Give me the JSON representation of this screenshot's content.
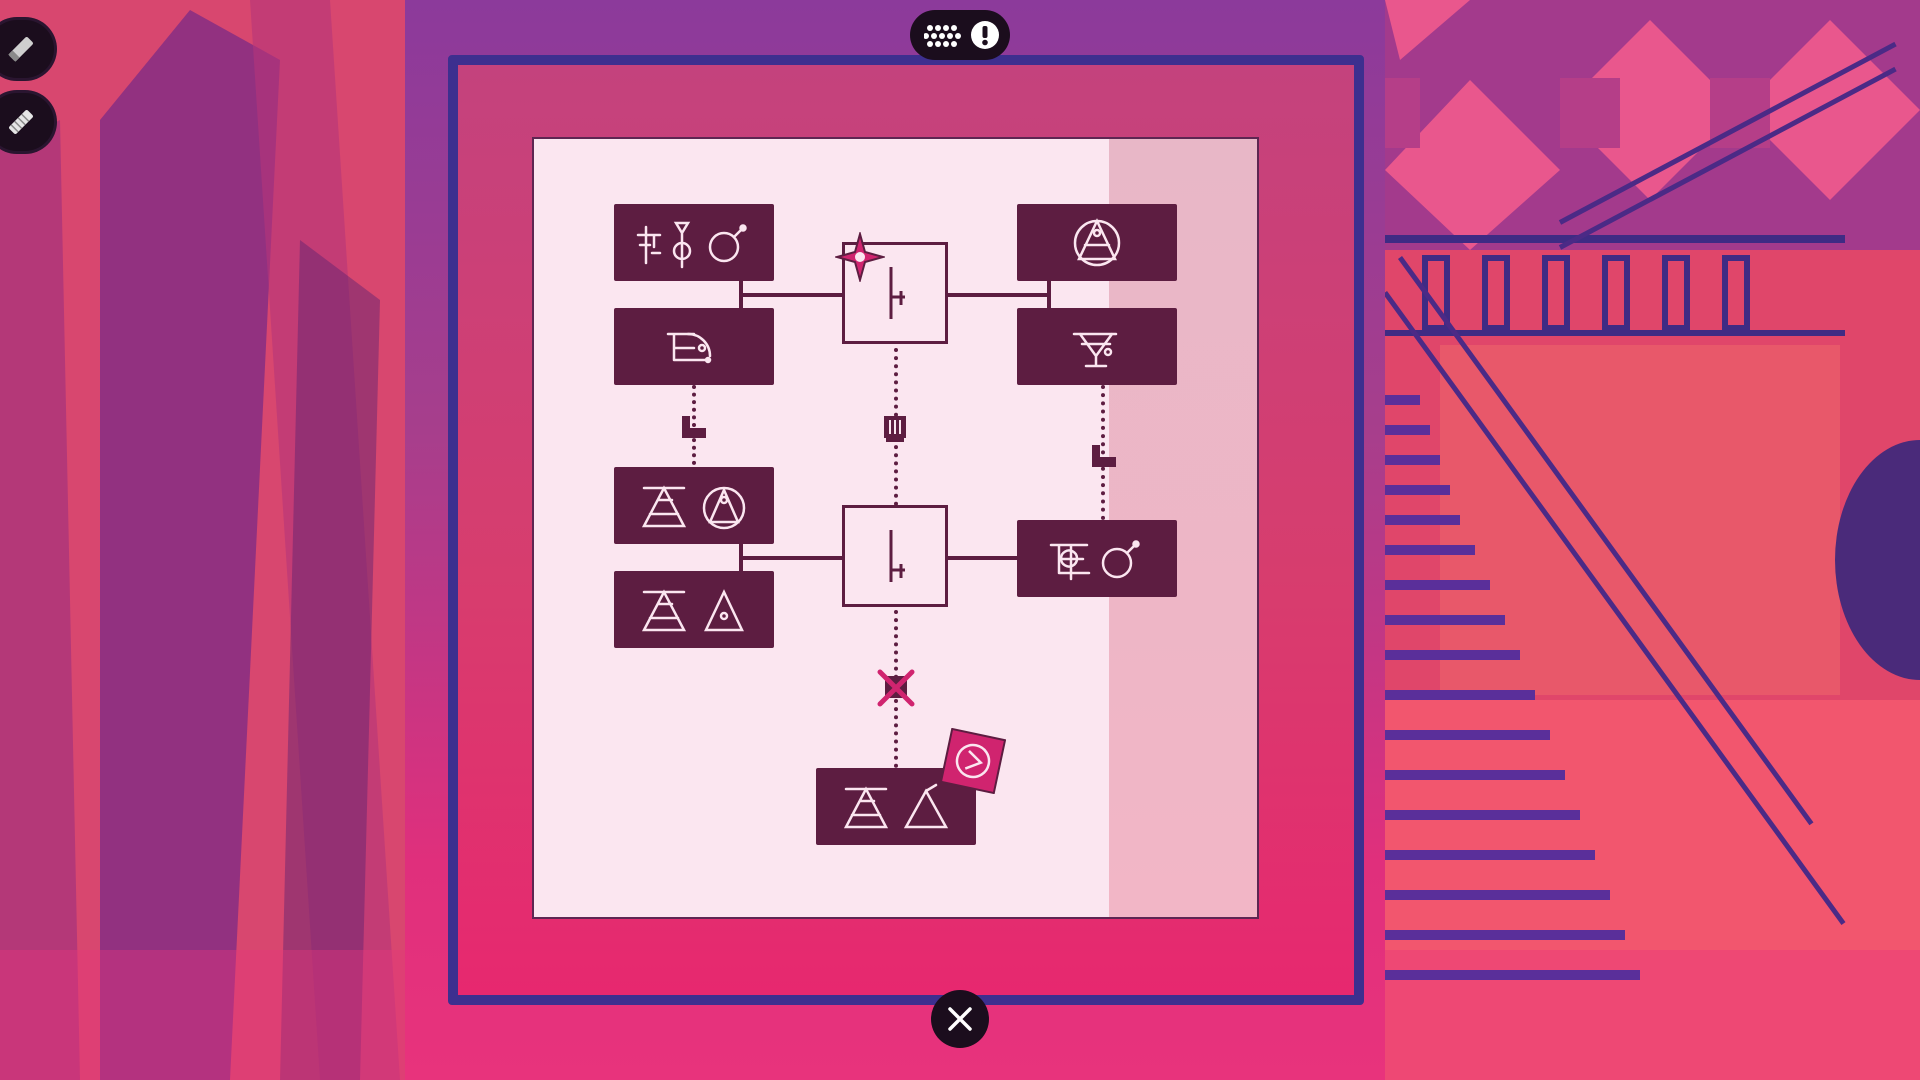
{
  "hud": {
    "tool_icons": [
      "chalk-icon",
      "chalk-icon"
    ],
    "top_icons": [
      "dots-grid-icon",
      "exclamation-icon"
    ],
    "close_icon": "close-icon"
  },
  "diagram": {
    "left_top_groups": 3,
    "mid_nodes": 2,
    "right_groups": 3,
    "bottom_groups": 1,
    "markers": [
      "star-icon",
      "bell-icon",
      "boot-icon",
      "boot-icon",
      "crossed-bell-icon",
      "seal-icon"
    ]
  },
  "colors": {
    "ink": "#5d1d41",
    "paper": "#fbe6f0",
    "accent": "#d0246f",
    "hud": "#1b0d1d"
  }
}
